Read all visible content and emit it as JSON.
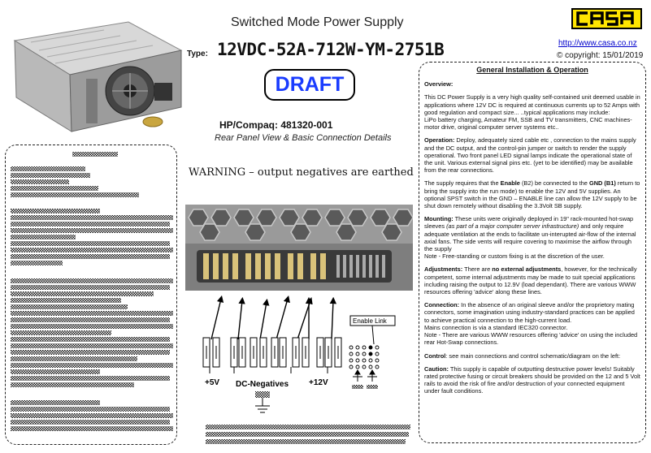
{
  "header": {
    "title": "Switched Mode Power Supply",
    "type_label": "Type:",
    "model": "12VDC-52A-712W-YM-2751B",
    "logo_text": "CASA",
    "website": "http://www.casa.co.nz",
    "copyright": "© copyright: 15/01/2019"
  },
  "badge": "DRAFT",
  "product": {
    "hp_part": "HP/Compaq: 481320-001",
    "subtitle": "Rear Panel View & Basic Connection Details",
    "warning": "WARNING – output negatives are earthed"
  },
  "schematic": {
    "label_5v": "+5V",
    "label_neg": "DC-Negatives",
    "label_12v": "+12V",
    "enable_link": "Enable Link"
  },
  "install": {
    "heading": "General Installation & Operation",
    "overview_title": "Overview:",
    "overview_text": "This DC Power Supply is a very high quality self-contained unit deemed usable in applications where 12V DC is required at continuous currents up to 52 Amps with good regulation and compact size... ..typical applications may include:",
    "overview_apps": "LiPo battery charging, Amateur FM, SSB and TV transmitters, CNC machines-motor drive, original computer server systems etc..",
    "operation_title": "Operation:",
    "operation_text": " Deploy, adequately sized cable etc , connection to the mains supply and the DC output, and the control-pin jumper or switch to render the supply operational. Two front panel LED signal lamps indicate the operational state of the unit. Various external signal pins etc. (yet to be identified) may be available from the rear connections.",
    "enable_a": "The supply requires that the ",
    "enable_b": "Enable",
    "enable_c": " (B2) be connected to the ",
    "enable_d": "GND (B1)",
    "enable_e": " return to bring the supply into the run mode) to enable the 12V and 5V supplies. An optional SPST switch in the GND – ENABLE line can allow the 12V supply to be shut down remotely without disabling the 3.3Volt SB supply.",
    "mounting_title": "Mounting:",
    "mounting_a": " These units were originally deployed in 19\" rack-mounted hot-swap sleeves ",
    "mounting_b": "(as part of a major computer server infrastructure)",
    "mounting_c": " and only require adequate ventilation at the ends to facilitate un-interupted air-flow of the internal axial fans. The side vents will require covering to maximise the airflow through the supply",
    "mounting_note": "Note - Free-standing or custom fixing is at the discretion of the user.",
    "adjust_title": "Adjustments:",
    "adjust_a": " There are ",
    "adjust_b": "no external adjustments",
    "adjust_c": ", however, for the technically competent, some internal adjustments may be made to suit special applications including raising the output to 12.9V (load dependant). There are various WWW resources offering 'advice' along these lines.",
    "connection_title": "Connection:",
    "connection_text": " In the absence of an original sleeve and/or the proprietory mating connectors, some imagination using industry-standard practices can be applied to achieve practical connection to the high-current load.",
    "connection_mains": "Mains connection is via a standard IEC320 connector.",
    "connection_note": "Note - There are various WWW resources offering 'advice' on using the included rear Hot-Swap connections.",
    "control_title": "Control",
    "control_text": ": see main connections and control schematic/diagram on the left:",
    "caution_title": "Caution:",
    "caution_text": " This supply is capable of outputting destructive power levels! Suitably rated  protective fusing or circuit breakers should be provided on the 12 and 5 Volt rails to avoid the risk of fire and/or destruction of your connected equipment under fault conditions."
  },
  "colors": {
    "logo_yellow": "#ffe500",
    "draft_blue": "#1a3cff",
    "link_blue": "#0000cc"
  }
}
